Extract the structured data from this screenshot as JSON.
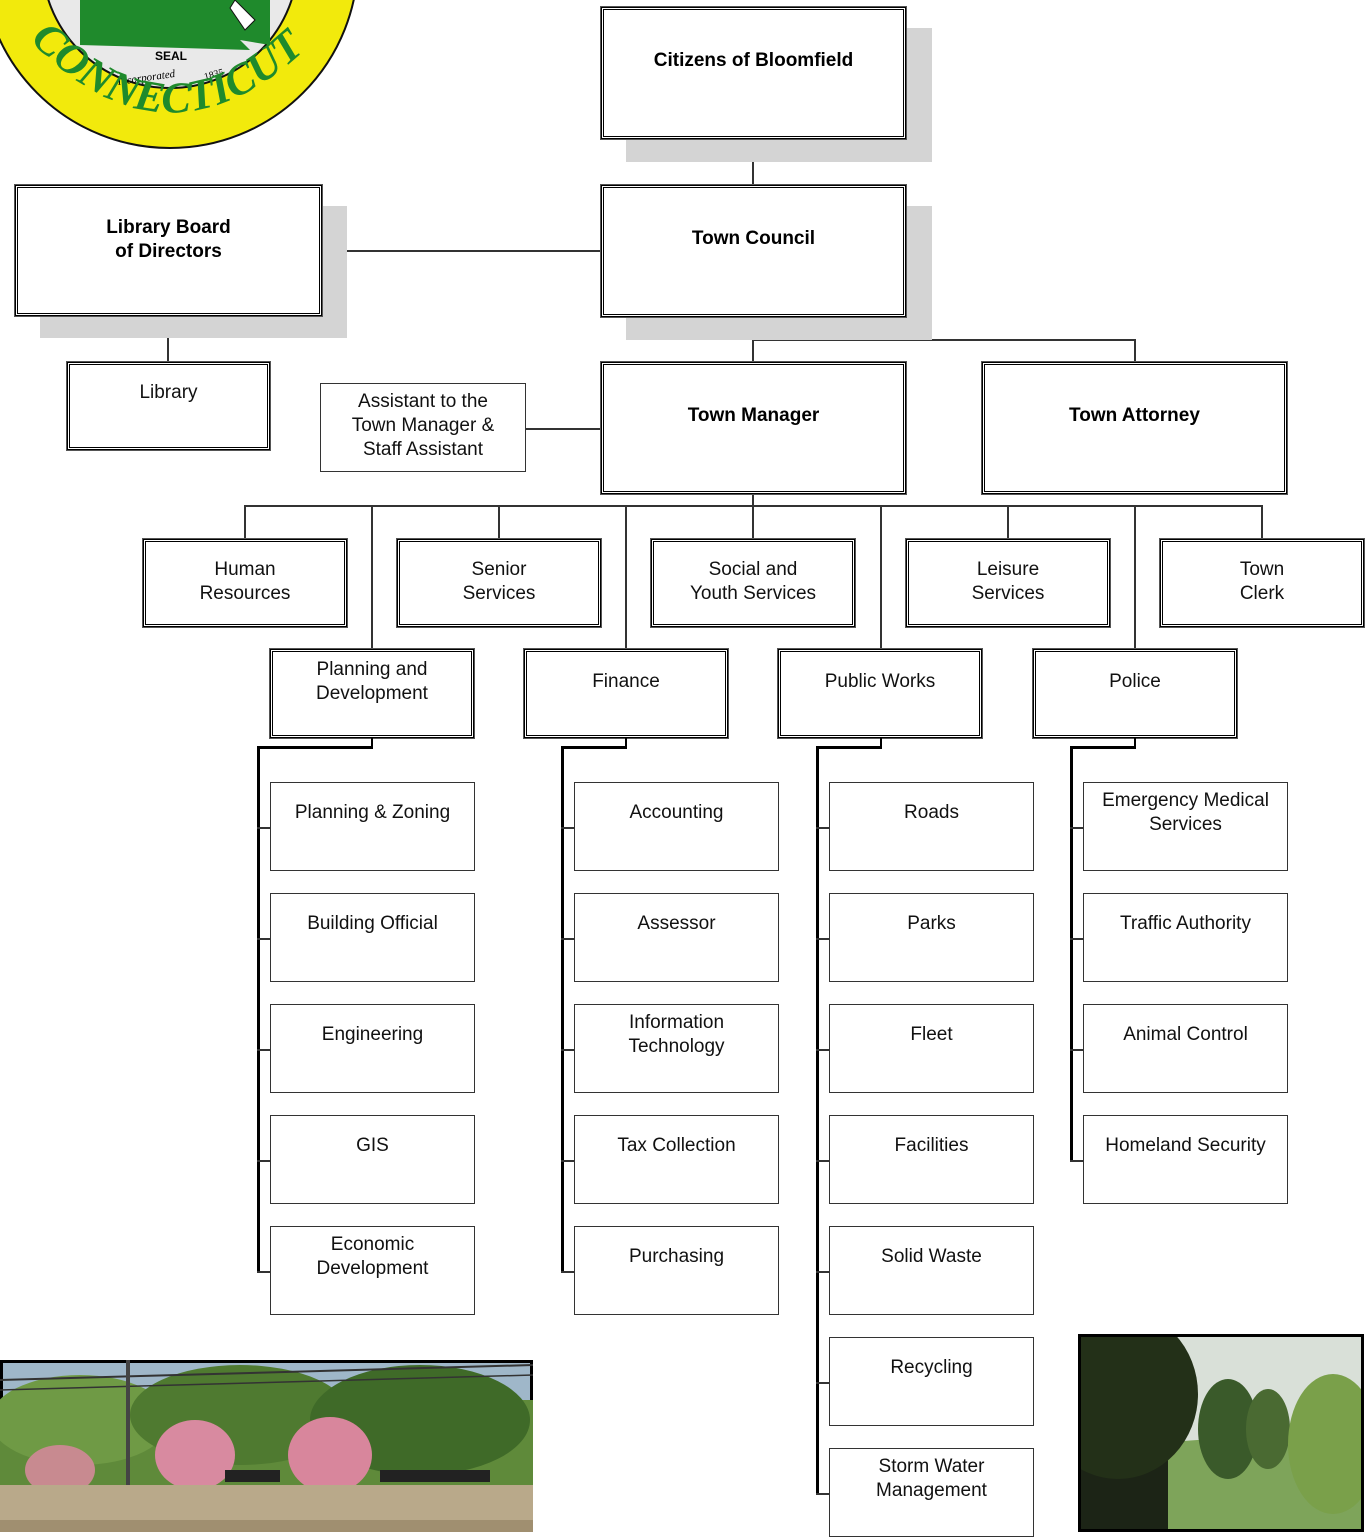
{
  "seal": {
    "state": "CONNECTICUT",
    "label": "SEAL",
    "incorporated": "Incorporated",
    "year": "1835"
  },
  "top": {
    "citizens": "Citizens of Bloomfield",
    "council": "Town Council",
    "library_board": [
      "Library Board",
      "of Directors"
    ],
    "library": "Library",
    "assistant": [
      "Assistant to the",
      "Town Manager &",
      "Staff Assistant"
    ],
    "manager": "Town Manager",
    "attorney": "Town Attorney"
  },
  "row1": [
    [
      "Human",
      "Resources"
    ],
    [
      "Senior",
      "Services"
    ],
    [
      "Social and",
      "Youth Services"
    ],
    [
      "Leisure",
      "Services"
    ],
    [
      "Town",
      "Clerk"
    ]
  ],
  "departments": [
    {
      "name": [
        "Planning and",
        "Development"
      ],
      "units": [
        [
          "Planning & Zoning"
        ],
        [
          "Building Official"
        ],
        [
          "Engineering"
        ],
        [
          "GIS"
        ],
        [
          "Economic",
          "Development"
        ]
      ]
    },
    {
      "name": [
        "Finance"
      ],
      "units": [
        [
          "Accounting"
        ],
        [
          "Assessor"
        ],
        [
          "Information",
          "Technology"
        ],
        [
          "Tax Collection"
        ],
        [
          "Purchasing"
        ]
      ]
    },
    {
      "name": [
        "Public Works"
      ],
      "units": [
        [
          "Roads"
        ],
        [
          "Parks"
        ],
        [
          "Fleet"
        ],
        [
          "Facilities"
        ],
        [
          "Solid Waste"
        ],
        [
          "Recycling"
        ],
        [
          "Storm Water",
          "Management"
        ]
      ]
    },
    {
      "name": [
        "Police"
      ],
      "units": [
        [
          "Emergency Medical",
          "Services"
        ],
        [
          "Traffic Authority"
        ],
        [
          "Animal Control"
        ],
        [
          "Homeland Security"
        ]
      ]
    }
  ],
  "colors": {
    "seal_yellow": "#f2ea0c",
    "seal_green": "#1f8a2c",
    "photo_green": "#5f8a3a"
  }
}
